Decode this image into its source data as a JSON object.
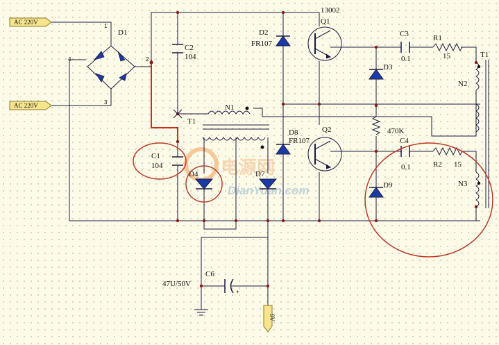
{
  "ports": {
    "ac1": "AC 220V",
    "ac2": "AC 220V",
    "out": "9V"
  },
  "bridge": {
    "name": "D1",
    "pins": [
      "1",
      "2",
      "3",
      "4"
    ]
  },
  "caps": {
    "c1": {
      "name": "C1",
      "value": "104"
    },
    "c2": {
      "name": "C2",
      "value": "104"
    },
    "c3": {
      "name": "C3",
      "value": "0.1"
    },
    "c4": {
      "name": "C4",
      "value": "0.1"
    },
    "c6": {
      "name": "C6",
      "value": "47U/50V",
      "plus": "+"
    }
  },
  "diodes": {
    "d2": {
      "name": "D2",
      "value": "FR107"
    },
    "d3": {
      "name": "D3"
    },
    "d4": {
      "name": "D4"
    },
    "d7": {
      "name": "D7"
    },
    "d8": {
      "name": "D8",
      "value": "FR107"
    },
    "d9": {
      "name": "D9"
    }
  },
  "transistors": {
    "q1": {
      "name": "Q1",
      "part": "13002"
    },
    "q2": {
      "name": "Q2"
    }
  },
  "resistors": {
    "r1": {
      "name": "R1",
      "value": "15"
    },
    "r2": {
      "name": "R2",
      "value": "15"
    },
    "rb": {
      "value": "470K"
    }
  },
  "transformer": {
    "t1_left": "T1",
    "t1_right": "T1",
    "n1": "N1",
    "n2": "N2",
    "n3": "N3"
  },
  "watermark": {
    "cn": "电源网",
    "en": "DianYuan.com"
  },
  "colors": {
    "wire": "#1b1b46",
    "highlight_wire": "#d22a1a",
    "circle": "#c0392b",
    "junction": "#8b1a1a",
    "port_fill": "#f6e58d"
  }
}
